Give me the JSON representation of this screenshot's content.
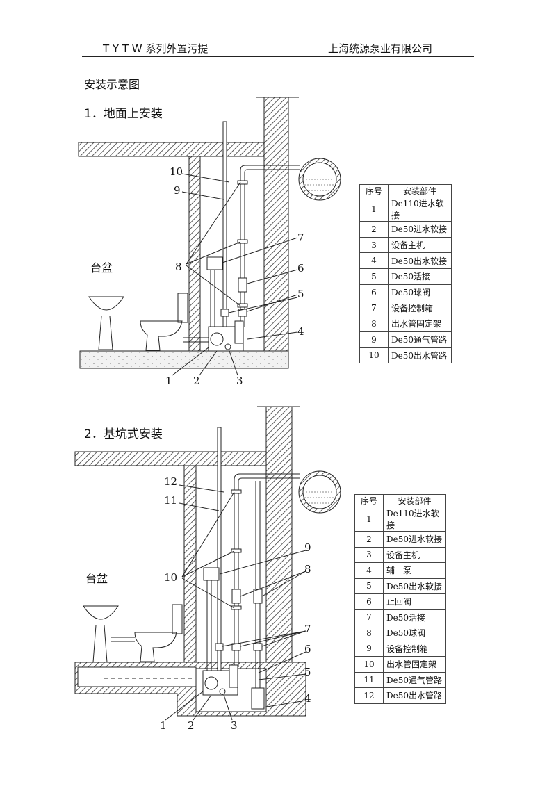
{
  "header": {
    "left": "T Y T W 系列外置污提",
    "right": "上海统源泵业有限公司"
  },
  "section_title": "安装示意图",
  "diagram1": {
    "title": "1．地面上安装",
    "basin_label": "台盆",
    "callouts": [
      "1",
      "2",
      "3",
      "4",
      "5",
      "6",
      "7",
      "8",
      "9",
      "10"
    ],
    "table": {
      "headers": [
        "序号",
        "安装部件"
      ],
      "rows": [
        [
          "1",
          "De110进水软接"
        ],
        [
          "2",
          "De50进水软接"
        ],
        [
          "3",
          "设备主机"
        ],
        [
          "4",
          "De50出水软接"
        ],
        [
          "5",
          "De50活接"
        ],
        [
          "6",
          "De50球阀"
        ],
        [
          "7",
          "设备控制箱"
        ],
        [
          "8",
          "出水管固定架"
        ],
        [
          "9",
          "De50通气管路"
        ],
        [
          "10",
          "De50出水管路"
        ]
      ]
    }
  },
  "diagram2": {
    "title": "2．基坑式安装",
    "basin_label": "台盆",
    "callouts": [
      "1",
      "2",
      "3",
      "4",
      "5",
      "6",
      "7",
      "8",
      "9",
      "10",
      "11",
      "12"
    ],
    "table": {
      "headers": [
        "序号",
        "安装部件"
      ],
      "rows": [
        [
          "1",
          "De110进水软接"
        ],
        [
          "2",
          "De50进水软接"
        ],
        [
          "3",
          "设备主机"
        ],
        [
          "4",
          "辅　泵"
        ],
        [
          "5",
          "De50出水软接"
        ],
        [
          "6",
          "止回阀"
        ],
        [
          "7",
          "De50活接"
        ],
        [
          "8",
          "De50球阀"
        ],
        [
          "9",
          "设备控制箱"
        ],
        [
          "10",
          "出水管固定架"
        ],
        [
          "11",
          "De50通气管路"
        ],
        [
          "12",
          "De50出水管路"
        ]
      ]
    }
  }
}
